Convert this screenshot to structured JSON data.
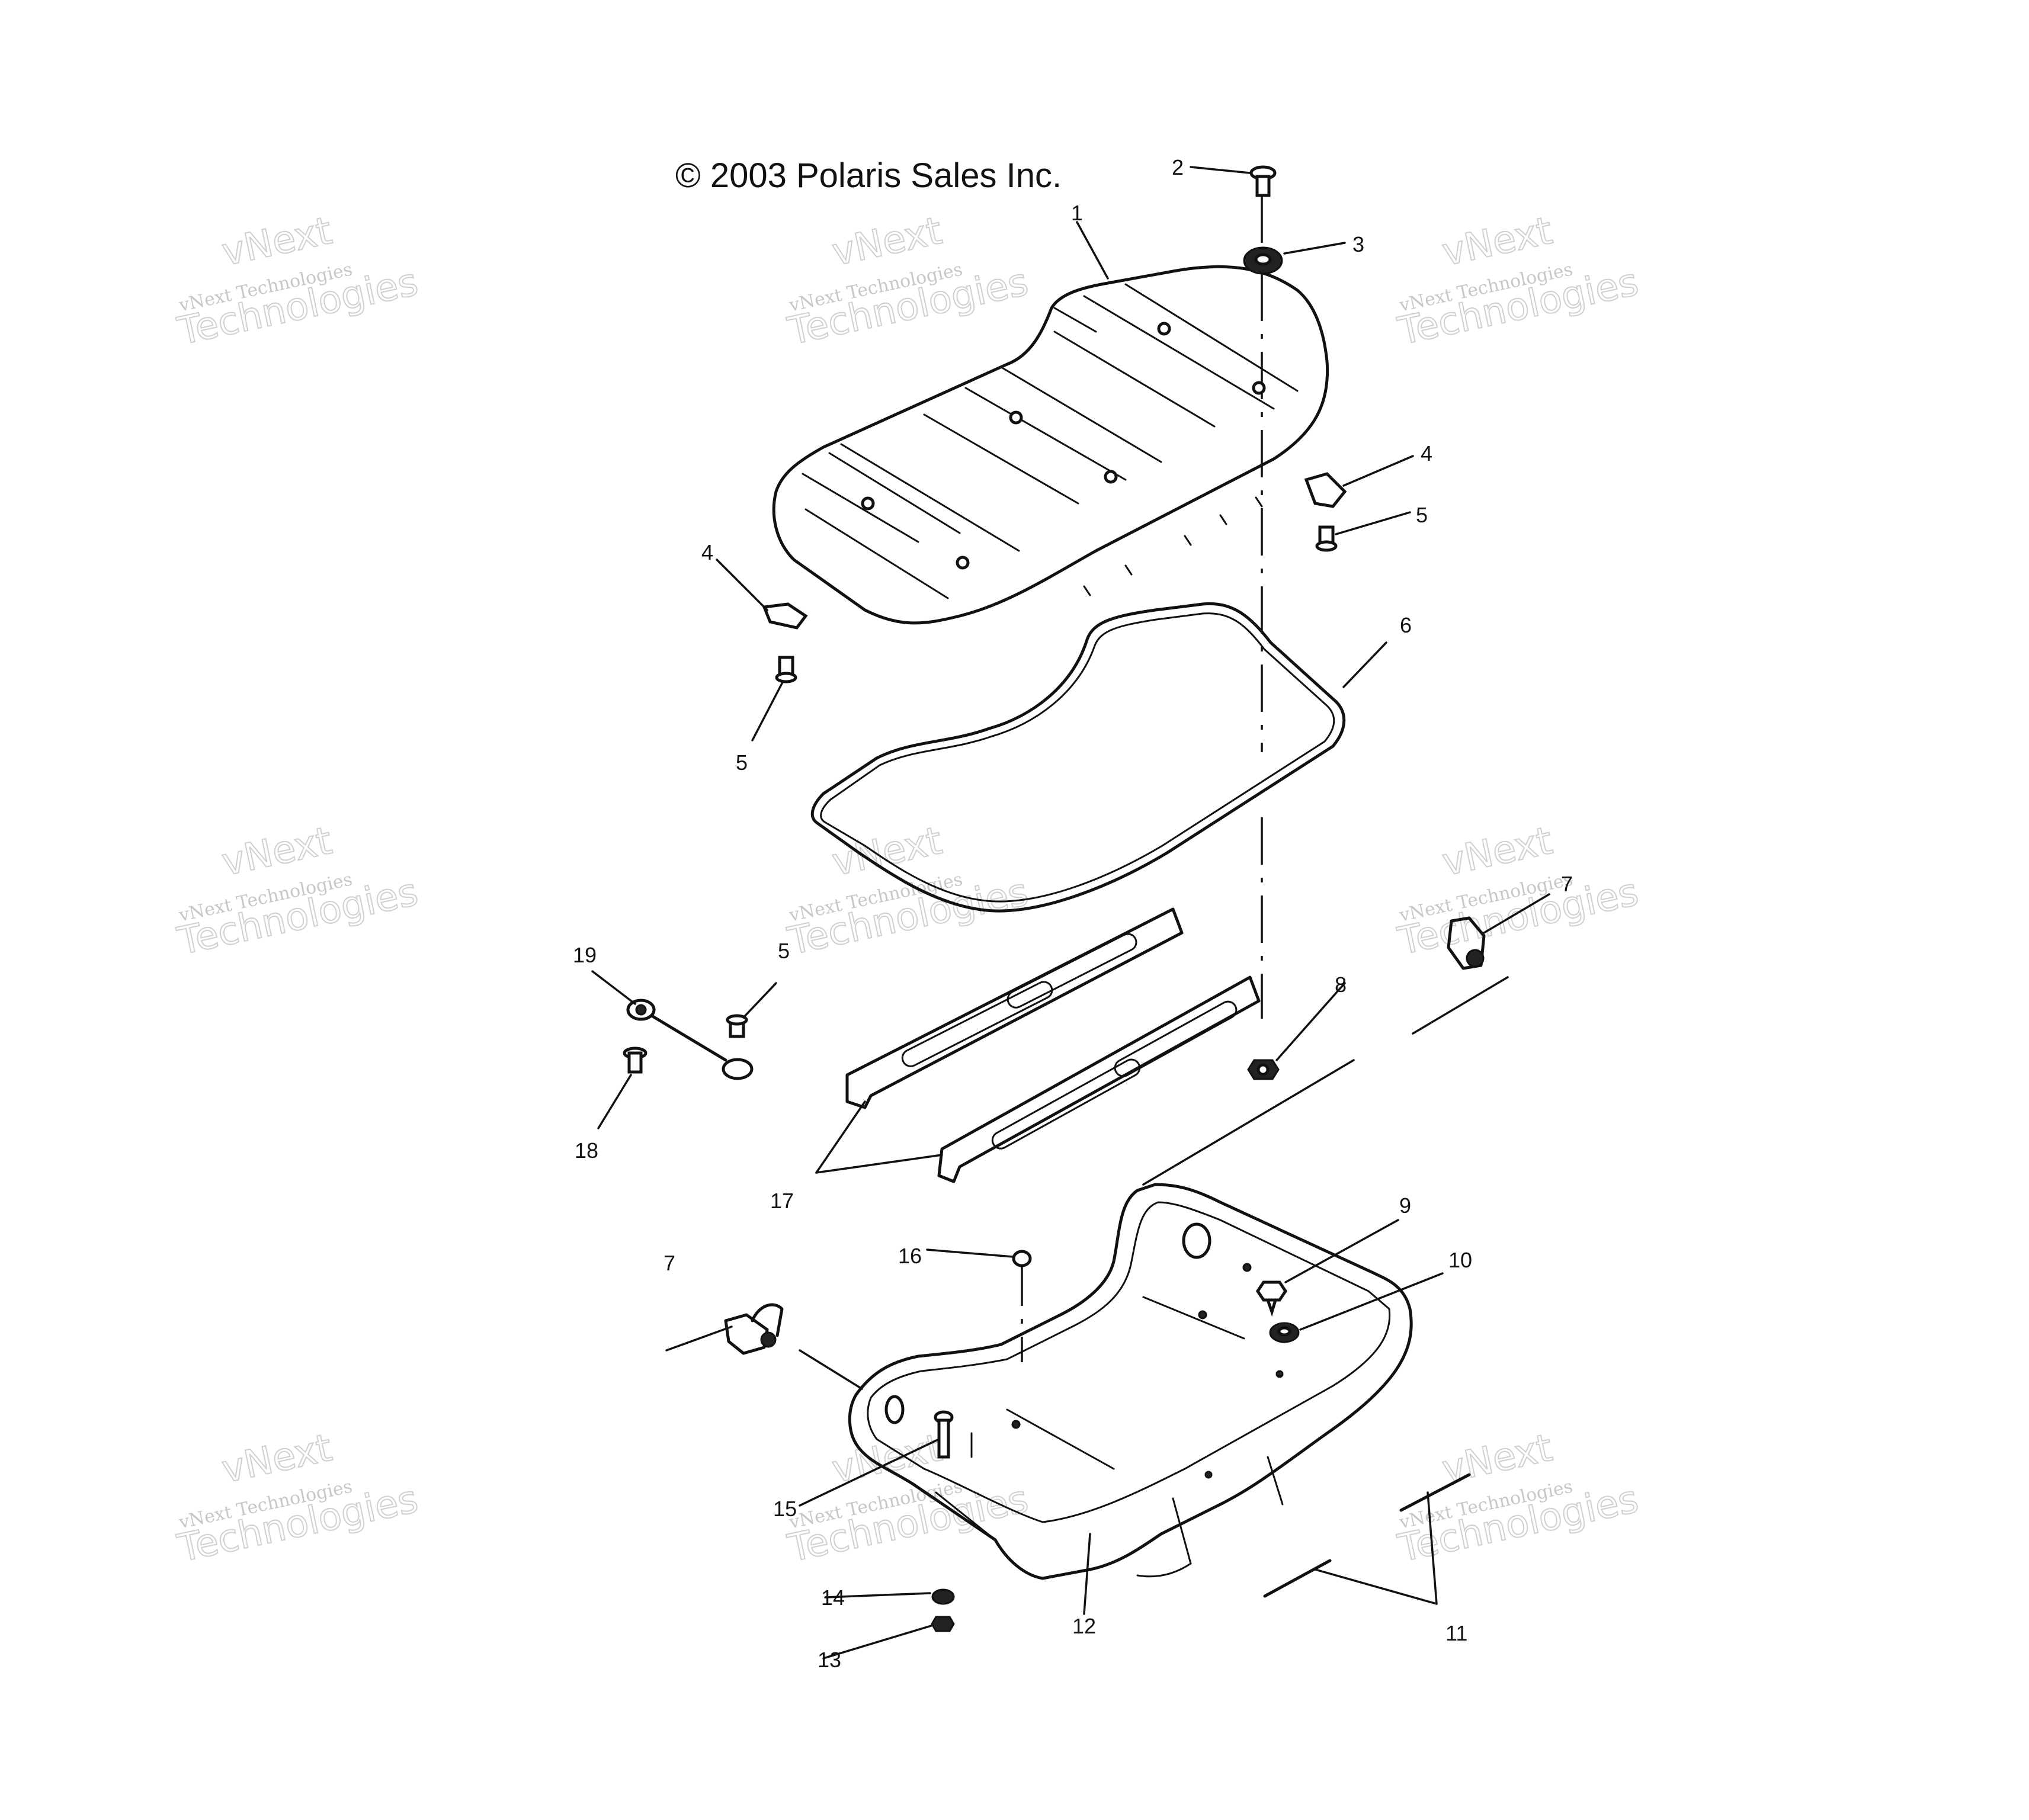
{
  "copyright": "© 2003 Polaris Sales Inc.",
  "watermark": {
    "brand_top": "vNext",
    "brand_line": "vNext Technologies",
    "brand_bottom": "Technologies"
  },
  "callouts": [
    "1",
    "2",
    "3",
    "4",
    "4",
    "5",
    "5",
    "5",
    "6",
    "7",
    "7",
    "8",
    "9",
    "10",
    "11",
    "12",
    "13",
    "14",
    "15",
    "16",
    "17",
    "18",
    "19"
  ]
}
